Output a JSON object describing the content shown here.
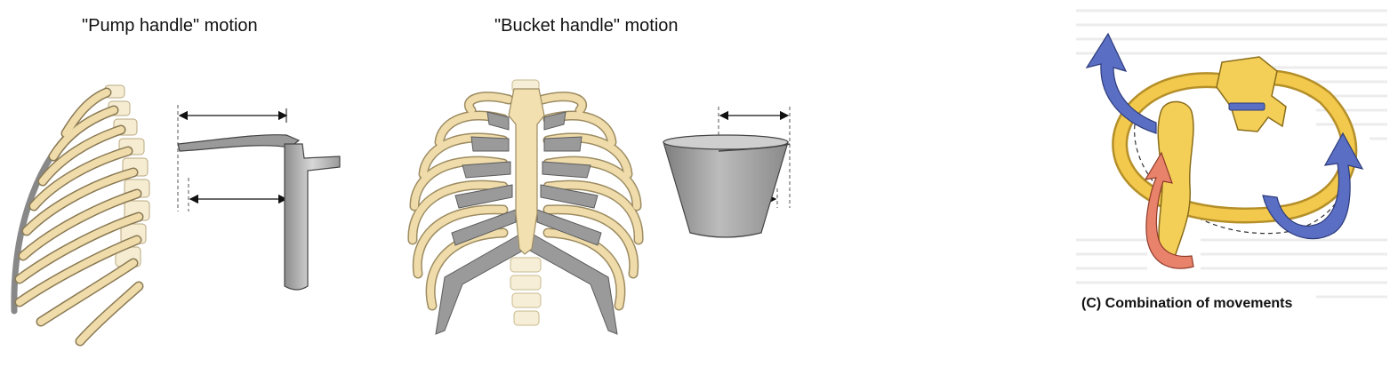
{
  "figure": {
    "panels": [
      {
        "id": "pump",
        "title": "\"Pump handle\" motion"
      },
      {
        "id": "bucket",
        "title": "\"Bucket handle\" motion"
      },
      {
        "id": "combination",
        "caption": "(C) Combination of movements"
      }
    ]
  },
  "colors": {
    "rib_bone": "#efdcaa",
    "rib_outline": "#8b7a55",
    "cartilage": "#9a9a9a",
    "metal_light": "#d8d8d8",
    "metal_dark": "#8c8c8c",
    "yellow_bone": "#f2c94c",
    "blue_arrow": "#5a6fc4",
    "red_arrow": "#e8826a"
  },
  "icons": [
    "rib-cage-lateral-icon",
    "pump-icon",
    "rib-cage-frontal-icon",
    "bucket-icon",
    "rib-combination-icon"
  ]
}
